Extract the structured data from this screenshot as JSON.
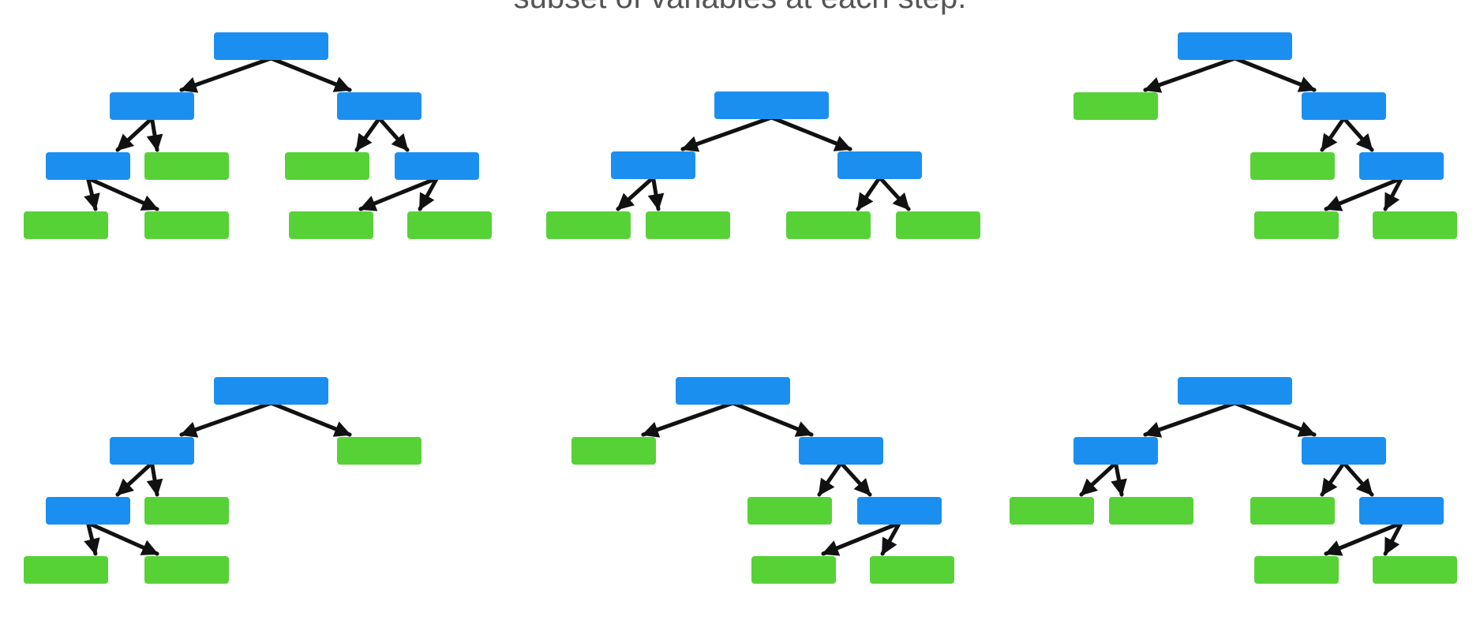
{
  "caption": "subset of variables at each step.",
  "colors": {
    "decision_node": "#1a8ff0",
    "leaf_node": "#56d236",
    "arrow": "#111111"
  },
  "trees": [
    {
      "name": "tree-1",
      "nodes": [
        {
          "id": "r",
          "kind": "decision"
        },
        {
          "id": "l",
          "kind": "decision"
        },
        {
          "id": "rt",
          "kind": "decision"
        },
        {
          "id": "ll",
          "kind": "decision"
        },
        {
          "id": "lr",
          "kind": "leaf"
        },
        {
          "id": "rl",
          "kind": "leaf"
        },
        {
          "id": "rr",
          "kind": "decision"
        },
        {
          "id": "lll",
          "kind": "leaf"
        },
        {
          "id": "llr",
          "kind": "leaf"
        },
        {
          "id": "rrl",
          "kind": "leaf"
        },
        {
          "id": "rrr",
          "kind": "leaf"
        }
      ],
      "edges": [
        [
          "r",
          "l"
        ],
        [
          "r",
          "rt"
        ],
        [
          "l",
          "ll"
        ],
        [
          "l",
          "lr"
        ],
        [
          "rt",
          "rl"
        ],
        [
          "rt",
          "rr"
        ],
        [
          "ll",
          "lll"
        ],
        [
          "ll",
          "llr"
        ],
        [
          "rr",
          "rrl"
        ],
        [
          "rr",
          "rrr"
        ]
      ]
    },
    {
      "name": "tree-2",
      "nodes": [
        {
          "id": "r",
          "kind": "decision"
        },
        {
          "id": "l",
          "kind": "decision"
        },
        {
          "id": "rt",
          "kind": "decision"
        },
        {
          "id": "ll",
          "kind": "leaf"
        },
        {
          "id": "lr",
          "kind": "leaf"
        },
        {
          "id": "rl",
          "kind": "leaf"
        },
        {
          "id": "rr",
          "kind": "leaf"
        }
      ],
      "edges": [
        [
          "r",
          "l"
        ],
        [
          "r",
          "rt"
        ],
        [
          "l",
          "ll"
        ],
        [
          "l",
          "lr"
        ],
        [
          "rt",
          "rl"
        ],
        [
          "rt",
          "rr"
        ]
      ]
    },
    {
      "name": "tree-3",
      "nodes": [
        {
          "id": "r",
          "kind": "decision"
        },
        {
          "id": "l",
          "kind": "leaf"
        },
        {
          "id": "rt",
          "kind": "decision"
        },
        {
          "id": "rl",
          "kind": "leaf"
        },
        {
          "id": "rr",
          "kind": "decision"
        },
        {
          "id": "rrl",
          "kind": "leaf"
        },
        {
          "id": "rrr",
          "kind": "leaf"
        }
      ],
      "edges": [
        [
          "r",
          "l"
        ],
        [
          "r",
          "rt"
        ],
        [
          "rt",
          "rl"
        ],
        [
          "rt",
          "rr"
        ],
        [
          "rr",
          "rrl"
        ],
        [
          "rr",
          "rrr"
        ]
      ]
    },
    {
      "name": "tree-4",
      "nodes": [
        {
          "id": "r",
          "kind": "decision"
        },
        {
          "id": "l",
          "kind": "decision"
        },
        {
          "id": "rt",
          "kind": "leaf"
        },
        {
          "id": "ll",
          "kind": "decision"
        },
        {
          "id": "lr",
          "kind": "leaf"
        },
        {
          "id": "lll",
          "kind": "leaf"
        },
        {
          "id": "llr",
          "kind": "leaf"
        }
      ],
      "edges": [
        [
          "r",
          "l"
        ],
        [
          "r",
          "rt"
        ],
        [
          "l",
          "ll"
        ],
        [
          "l",
          "lr"
        ],
        [
          "ll",
          "lll"
        ],
        [
          "ll",
          "llr"
        ]
      ]
    },
    {
      "name": "tree-5",
      "nodes": [
        {
          "id": "r",
          "kind": "decision"
        },
        {
          "id": "l",
          "kind": "leaf"
        },
        {
          "id": "rt",
          "kind": "decision"
        },
        {
          "id": "rl",
          "kind": "leaf"
        },
        {
          "id": "rr",
          "kind": "decision"
        },
        {
          "id": "rrl",
          "kind": "leaf"
        },
        {
          "id": "rrr",
          "kind": "leaf"
        }
      ],
      "edges": [
        [
          "r",
          "l"
        ],
        [
          "r",
          "rt"
        ],
        [
          "rt",
          "rl"
        ],
        [
          "rt",
          "rr"
        ],
        [
          "rr",
          "rrl"
        ],
        [
          "rr",
          "rrr"
        ]
      ]
    },
    {
      "name": "tree-6",
      "nodes": [
        {
          "id": "r",
          "kind": "decision"
        },
        {
          "id": "l",
          "kind": "decision"
        },
        {
          "id": "rt",
          "kind": "decision"
        },
        {
          "id": "ll",
          "kind": "leaf"
        },
        {
          "id": "lr",
          "kind": "leaf"
        },
        {
          "id": "rl",
          "kind": "leaf"
        },
        {
          "id": "rr",
          "kind": "decision"
        },
        {
          "id": "rrl",
          "kind": "leaf"
        },
        {
          "id": "rrr",
          "kind": "leaf"
        }
      ],
      "edges": [
        [
          "r",
          "l"
        ],
        [
          "r",
          "rt"
        ],
        [
          "l",
          "ll"
        ],
        [
          "l",
          "lr"
        ],
        [
          "rt",
          "rl"
        ],
        [
          "rt",
          "rr"
        ],
        [
          "rr",
          "rrl"
        ],
        [
          "rr",
          "rrr"
        ]
      ]
    }
  ]
}
